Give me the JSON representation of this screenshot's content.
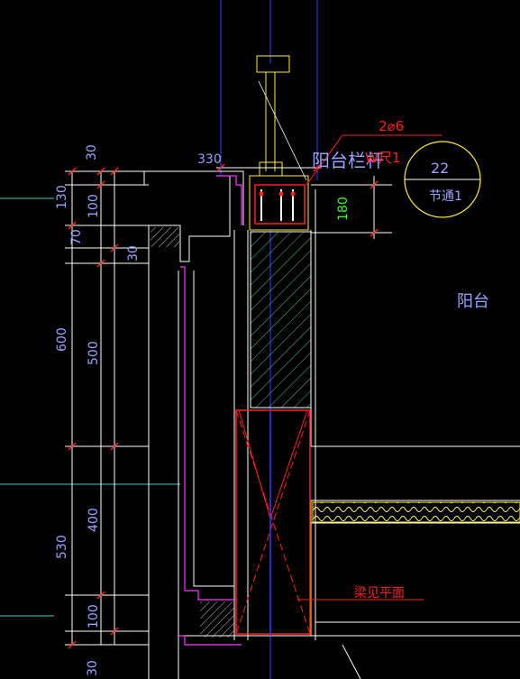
{
  "colors": {
    "background": "#000000",
    "dimension": "#9aa3ff",
    "outline": "#ffffff",
    "red": "#ff2020",
    "yellow": "#ffee33",
    "magenta": "#ff33ff",
    "green": "#33ff33",
    "blue": "#3b3bff",
    "cyan": "#44cccc",
    "label": "#9aa3ff",
    "circle": "#ffee33",
    "hatch": "#ffff66"
  },
  "dimensions": {
    "left_outer": [
      "130",
      "70",
      "600",
      "530",
      "30"
    ],
    "left_inner": [
      "100",
      "30",
      "500",
      "400",
      "100",
      "30"
    ],
    "top_width": "330",
    "top_right": "180",
    "small_30": "30"
  },
  "annotations": {
    "rebar": "2⌀6",
    "railing": "阳台栏杆",
    "railing_extra": "W尺1",
    "balcony": "阳台",
    "beam_note": "梁见平面"
  },
  "detail_symbol": {
    "number": "22",
    "name": "节通1"
  }
}
